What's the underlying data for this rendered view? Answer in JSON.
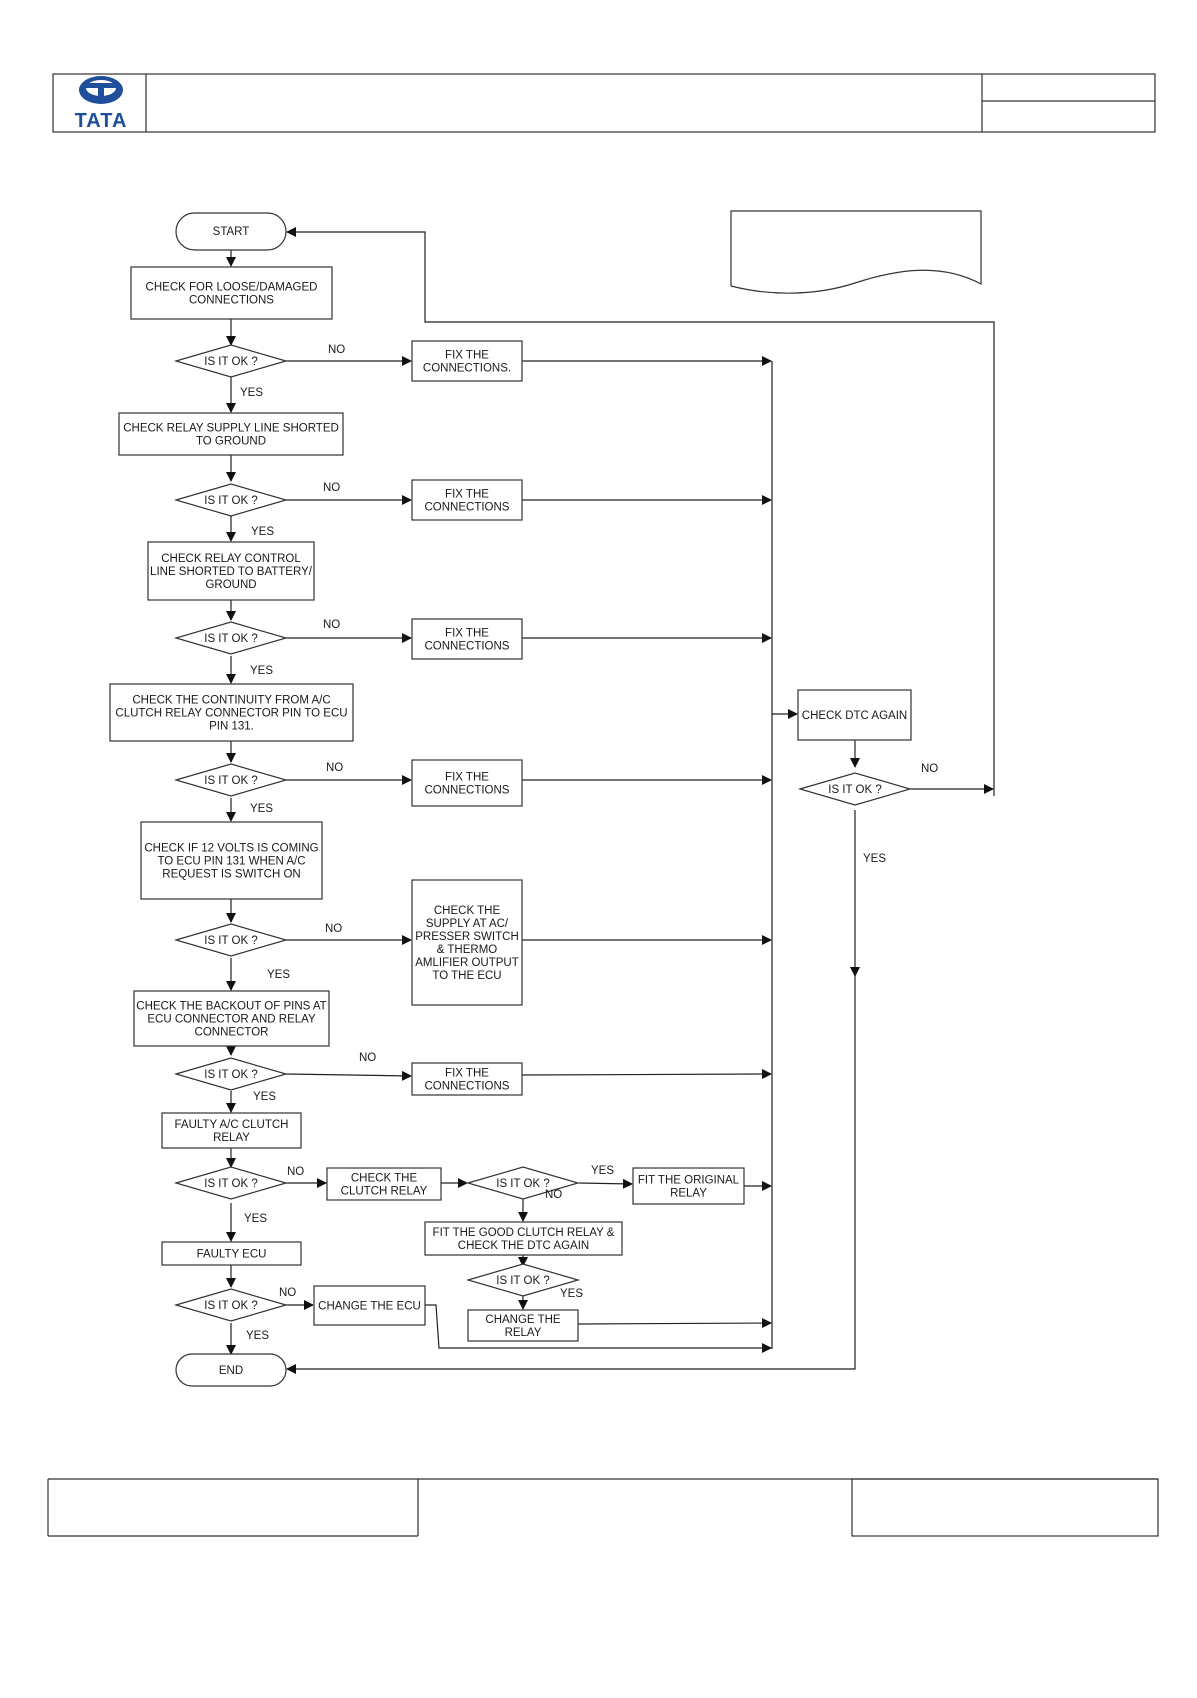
{
  "header": {
    "logo_text": "TATA",
    "colors": {
      "logo": "#1f4e9a"
    }
  },
  "flowchart": {
    "start": "START",
    "end": "END",
    "decision": "IS IT OK ?",
    "yes": "YES",
    "no": "NO",
    "steps": [
      [
        "CHECK FOR LOOSE/DAMAGED",
        "CONNECTIONS"
      ],
      [
        "CHECK RELAY SUPPLY LINE SHORTED",
        "TO GROUND"
      ],
      [
        "CHECK RELAY CONTROL",
        "LINE SHORTED TO BATTERY/",
        "GROUND"
      ],
      [
        "CHECK THE  CONTINUITY FROM A/C",
        "CLUTCH RELAY CONNECTOR PIN TO ECU",
        "PIN 131."
      ],
      [
        "CHECK IF 12 VOLTS IS COMING",
        "TO ECU PIN 131 WHEN A/C",
        "REQUEST IS SWITCH ON"
      ],
      [
        "CHECK THE  BACKOUT OF PINS AT",
        "ECU CONNECTOR AND RELAY",
        "CONNECTOR"
      ],
      [
        "FAULTY A/C CLUTCH",
        "RELAY"
      ],
      [
        "FAULTY ECU"
      ]
    ],
    "fixes": [
      [
        "FIX THE",
        "CONNECTIONS."
      ],
      [
        "FIX THE",
        "CONNECTIONS"
      ],
      [
        "FIX THE",
        "CONNECTIONS"
      ],
      [
        "FIX THE",
        "CONNECTIONS"
      ],
      [
        "CHECK THE",
        "SUPPLY AT AC/",
        "PRESSER SWITCH",
        "& THERMO",
        "AMLIFIER OUTPUT",
        "TO THE ECU"
      ],
      [
        "FIX THE",
        "CONNECTIONS"
      ]
    ],
    "check_clutch_relay": [
      "CHECK THE",
      "CLUTCH RELAY"
    ],
    "fit_original_relay": [
      "FIT THE ORIGINAL",
      "RELAY"
    ],
    "fit_good_relay": [
      "FIT THE GOOD CLUTCH RELAY &",
      "CHECK THE DTC AGAIN"
    ],
    "change_relay": [
      "CHANGE THE",
      "RELAY"
    ],
    "change_ecu": [
      "CHANGE THE ECU"
    ],
    "check_dtc_again": [
      "CHECK DTC AGAIN"
    ]
  }
}
